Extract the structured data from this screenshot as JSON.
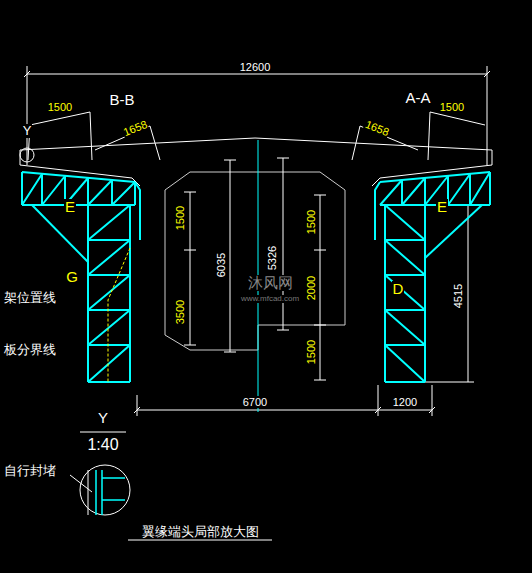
{
  "diagram": {
    "labels": [
      "12600",
      "1500",
      "B-B",
      "1658",
      "A-A",
      "1658",
      "1500",
      "Y",
      "E",
      "E",
      "G",
      "D",
      "1500",
      "3500",
      "6035",
      "5326",
      "1500",
      "2000",
      "1500",
      "4515",
      "6700",
      "1200",
      "架位置线",
      "板分界线",
      "Y",
      "1:40",
      "自行封堵",
      "翼缘端头局部放大图",
      "沐风网",
      "www.mfcad.com"
    ]
  }
}
